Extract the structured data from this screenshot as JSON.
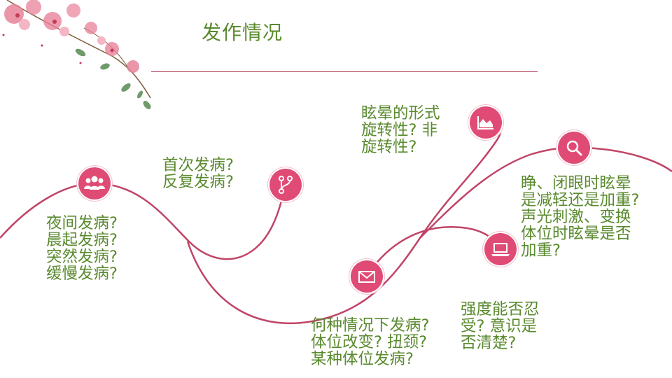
{
  "slide": {
    "title": "发作情况",
    "accent_color": "#e04b76",
    "text_color": "#5a8a2e",
    "curve_color": "#c04466"
  },
  "nodes": [
    {
      "id": "onset",
      "icon": "users-icon",
      "text": "夜间发病?\n晨起发病?\n突然发病?\n缓慢发病?"
    },
    {
      "id": "recurrence",
      "icon": "branch-icon",
      "text": "首次发病?\n反复发病?"
    },
    {
      "id": "trigger",
      "icon": "mail-icon",
      "text": "何种情况下发病?\n体位改变? 扭颈?\n某种体位发病?"
    },
    {
      "id": "form",
      "icon": "chart-icon",
      "text": "眩晕的形式\n旋转性? 非\n旋转性?"
    },
    {
      "id": "intensity",
      "icon": "laptop-icon",
      "text": "强度能否忍\n受? 意识是\n否清楚?"
    },
    {
      "id": "aggravation",
      "icon": "search-icon",
      "text": "睁、闭眼时眩晕\n是减轻还是加重?\n声光刺激、变换\n体位时眩晕是否\n加重?"
    }
  ]
}
